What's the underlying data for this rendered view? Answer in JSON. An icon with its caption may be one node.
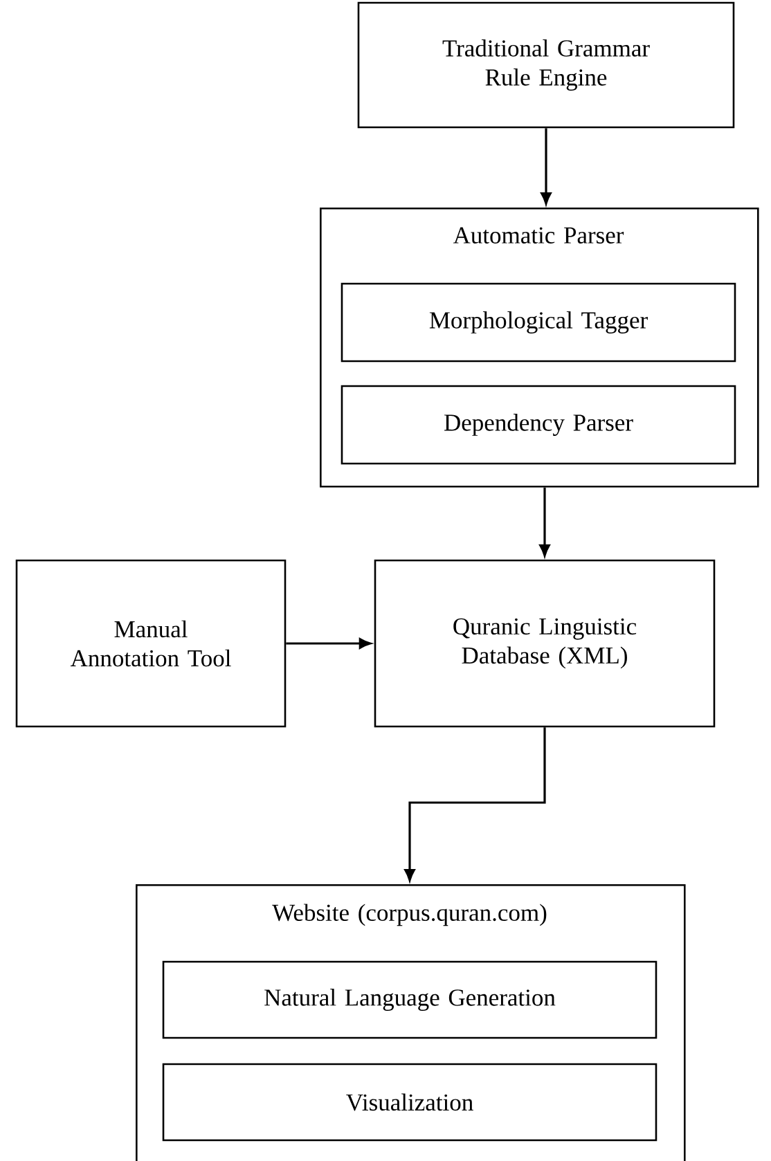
{
  "diagram": {
    "nodes": [
      {
        "text": [
          "Traditional Grammar Rule Engine"
        ]
      },
      {
        "text": [
          "Automatic Parser"
        ]
      },
      {
        "text": [
          "Morphological Tagger"
        ],
        "in": 1
      },
      {
        "text": [
          "Dependency Parser"
        ],
        "in": 1
      },
      {
        "text": [
          "Manual Annotation Tool"
        ]
      },
      {
        "text": [
          "Quranic Linguistic Database (XML)"
        ]
      },
      {
        "text": [
          "Website (corpus.quran.com)"
        ]
      },
      {
        "text": [
          "Natural Language Generation"
        ],
        "in": 6
      },
      {
        "text": [
          "Visualization"
        ],
        "in": 6
      }
    ],
    "edges": [
      {
        "from": 0,
        "to": 1,
        "arrow": "to"
      },
      {
        "from": 1,
        "to": 5,
        "arrow": "to"
      },
      {
        "from": 4,
        "to": 5,
        "arrow": "to"
      },
      {
        "from": 5,
        "to": 6,
        "arrow": "to"
      }
    ]
  }
}
